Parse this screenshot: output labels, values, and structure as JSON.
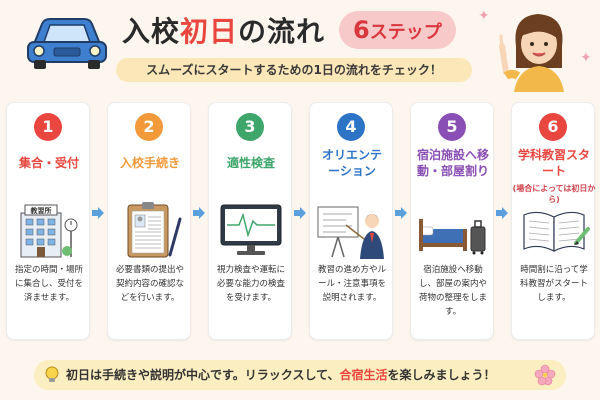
{
  "header": {
    "title_part1": "入校",
    "title_accent": "初日",
    "title_part2": "の流れ",
    "steps_count": "6",
    "steps_suffix": "ステップ",
    "subtitle": "スムーズにスタートするための1日の流れをチェック！"
  },
  "colors": {
    "step1": "#e8463f",
    "step2": "#f2993a",
    "step3": "#3ea66b",
    "step4": "#2d74c6",
    "step5": "#8a4fb5",
    "step6": "#e8463f",
    "arrow": "#5aa0dd"
  },
  "steps": [
    {
      "number": "1",
      "title": "集合・受付",
      "note": "",
      "illustration": "school-building-icon",
      "sign": "教習所",
      "description": "指定の時間・場所に集合し、受付を済ませます。"
    },
    {
      "number": "2",
      "title": "入校手続き",
      "note": "",
      "illustration": "clipboard-form-icon",
      "sign": "",
      "description": "必要書類の提出や契約内容の確認などを行います。"
    },
    {
      "number": "3",
      "title": "適性検査",
      "note": "",
      "illustration": "computer-monitor-icon",
      "sign": "",
      "description": "視力検査や運転に必要な能力の検査を受けます。"
    },
    {
      "number": "4",
      "title": "オリエンテーション",
      "note": "",
      "illustration": "presenter-whiteboard-icon",
      "sign": "",
      "description": "教習の進め方やルール・注意事項を説明されます。"
    },
    {
      "number": "5",
      "title": "宿泊施設へ移動・部屋割り",
      "note": "",
      "illustration": "bed-suitcase-icon",
      "sign": "",
      "description": "宿泊施設へ移動し、部屋の案内や荷物の整理をします。"
    },
    {
      "number": "6",
      "title": "学科教習スタート",
      "note": "(場合によっては初日から)",
      "illustration": "open-book-pencil-icon",
      "sign": "",
      "description": "時間割に沿って学科教習がスタートします。"
    }
  ],
  "footer": {
    "text_before": "初日は手続きや説明が中心です。リラックスして、",
    "highlight": "合宿生活",
    "text_after": "を楽しみましょう！"
  }
}
